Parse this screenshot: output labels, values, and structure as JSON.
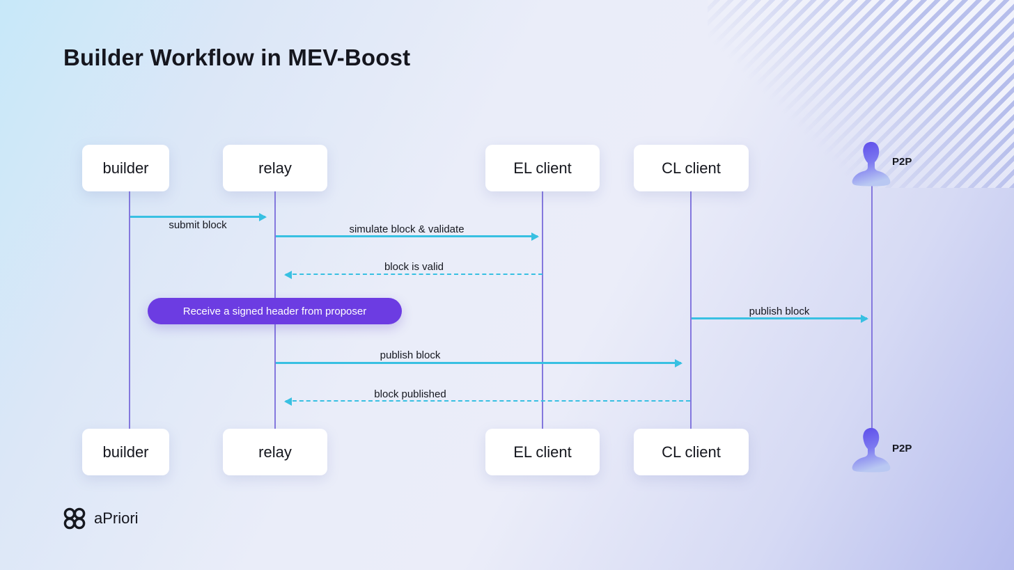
{
  "title": "Builder Workflow in MEV-Boost",
  "participants": [
    {
      "id": "builder",
      "label": "builder"
    },
    {
      "id": "relay",
      "label": "relay"
    },
    {
      "id": "el-client",
      "label": "EL client"
    },
    {
      "id": "cl-client",
      "label": "CL client"
    },
    {
      "id": "p2p",
      "label": "P2P"
    }
  ],
  "messages": [
    {
      "label": "submit block",
      "from": "builder",
      "to": "relay",
      "style": "solid"
    },
    {
      "label": "simulate block & validate",
      "from": "relay",
      "to": "el-client",
      "style": "solid"
    },
    {
      "label": "block is valid",
      "from": "el-client",
      "to": "relay",
      "style": "dashed"
    },
    {
      "label": "Receive a signed header from proposer",
      "type": "note",
      "on": "relay"
    },
    {
      "label": "publish block",
      "from": "cl-client",
      "to": "p2p",
      "style": "solid"
    },
    {
      "label": "publish block",
      "from": "relay",
      "to": "cl-client",
      "style": "solid"
    },
    {
      "label": "block published",
      "from": "cl-client",
      "to": "relay",
      "style": "dashed"
    }
  ],
  "logo": {
    "text": "aPriori"
  },
  "colors": {
    "arrow": "#38C0E2",
    "lifeline": "#8478DE",
    "note_bg": "#6C3CE2",
    "box_bg": "#FFFFFF",
    "text": "#15171F",
    "bg_top_left": "#C7E8F9",
    "bg_center": "#EAEDF9",
    "bg_bottom_right": "#B6BCEE"
  }
}
